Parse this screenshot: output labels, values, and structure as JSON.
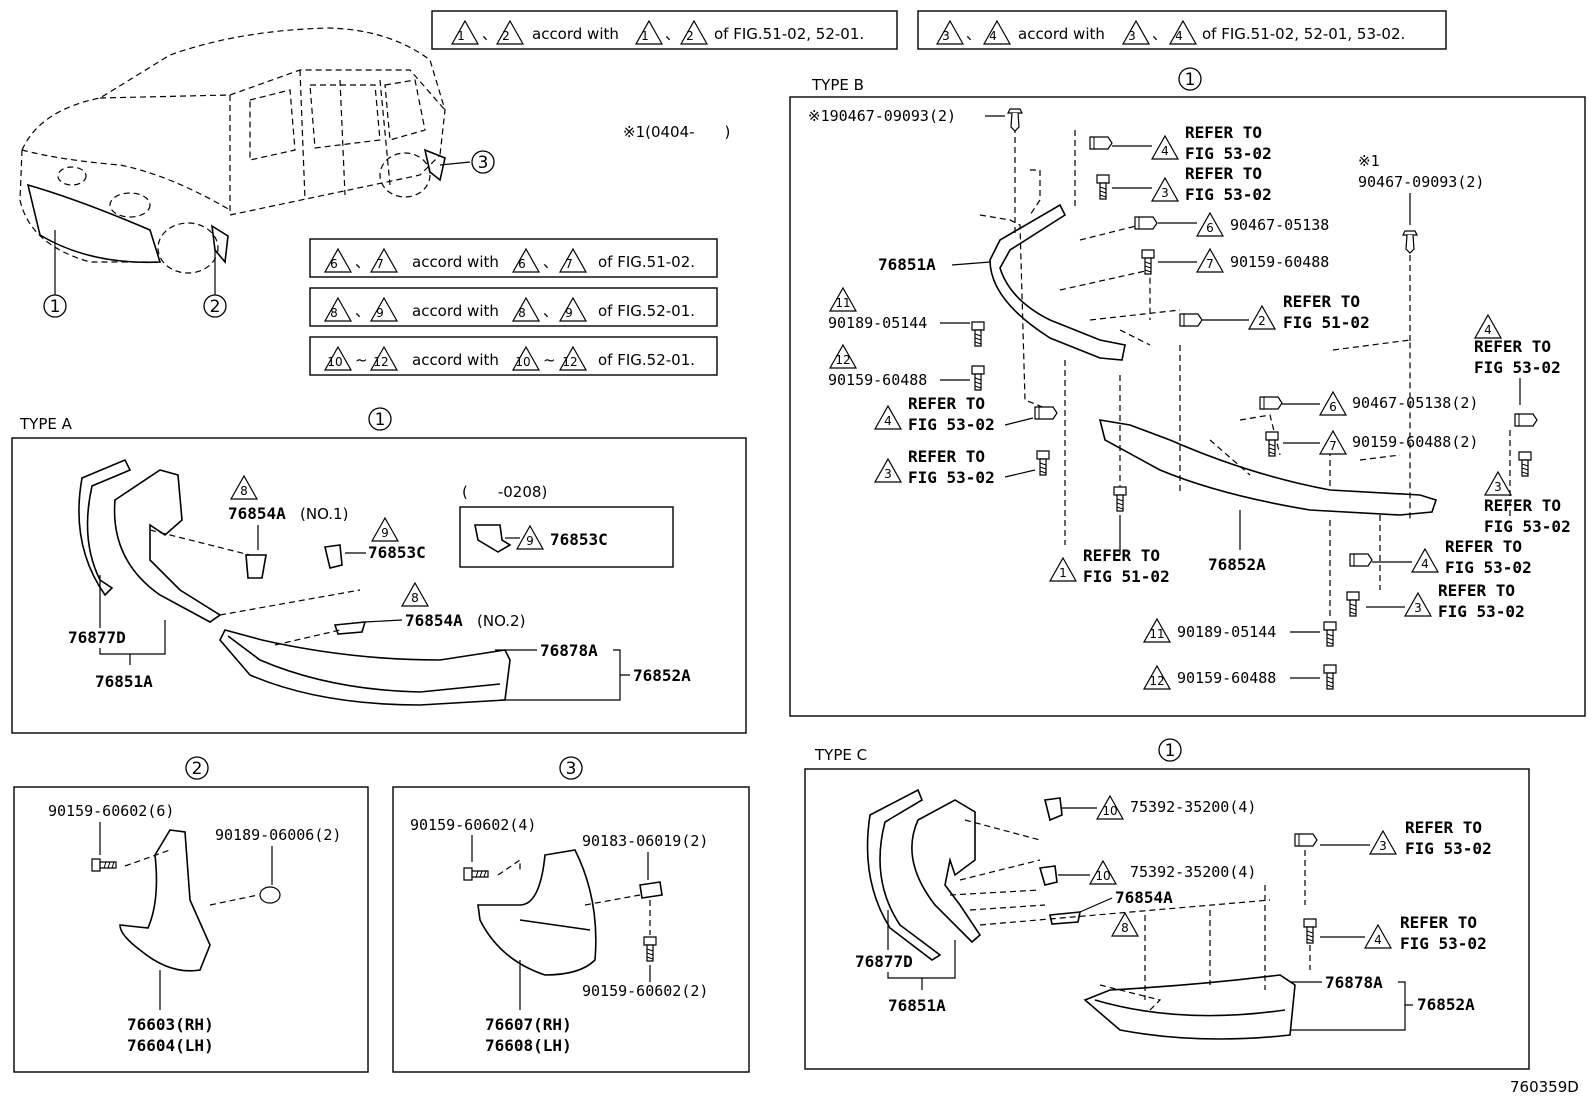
{
  "notes": {
    "n1": {
      "a": "1",
      "b": "2",
      "text": "accord with",
      "c": "1",
      "d": "2",
      "ref": "of FIG.51-02, 52-01."
    },
    "n2": {
      "a": "3",
      "b": "4",
      "text": "accord with",
      "c": "3",
      "d": "4",
      "ref": "of FIG.51-02, 52-01, 53-02."
    },
    "n3": {
      "a": "6",
      "b": "7",
      "text": "accord with",
      "c": "6",
      "d": "7",
      "ref": "of FIG.51-02."
    },
    "n4": {
      "a": "8",
      "b": "9",
      "text": "accord with",
      "c": "8",
      "d": "9",
      "ref": "of FIG.52-01."
    },
    "n5": {
      "a": "10",
      "b": "12",
      "text": "accord with",
      "c": "10",
      "d": "12",
      "ref": "of FIG.52-01."
    },
    "sep_comma": "、",
    "sep_tilde": "~"
  },
  "overview": {
    "date_note": "※1(0404-　　)",
    "callouts": [
      "1",
      "2",
      "3"
    ]
  },
  "type_a": {
    "title": "TYPE A",
    "circle": "1",
    "date_note": "(　　-0208)",
    "parts": {
      "p76854a_1": "76854A",
      "p76854a_1_suffix": "(NO.1)",
      "p76853c": "76853C",
      "p76854a_2": "76854A",
      "p76854a_2_suffix": "(NO.2)",
      "p76877d": "76877D",
      "p76851a": "76851A",
      "p76878a": "76878A",
      "p76852a": "76852A",
      "inset_76853c": "76853C"
    },
    "tri": {
      "t8a": "8",
      "t9": "9",
      "t8b": "8",
      "t9inset": "9"
    }
  },
  "type_b": {
    "title": "TYPE B",
    "circle": "1",
    "labels": {
      "l1": "※190467-09093(2)",
      "l2a": "REFER TO",
      "l2b": "FIG 53-02",
      "l3a": "REFER TO",
      "l3b": "FIG 53-02",
      "l4": "90467-05138",
      "l5": "90159-60488",
      "l6a": "REFER TO",
      "l6b": "FIG 51-02",
      "l7a": "※1",
      "l7b": "90467-09093(2)",
      "l8": "76851A",
      "l9": "90189-05144",
      "l10": "90159-60488",
      "l11a": "REFER TO",
      "l11b": "FIG 53-02",
      "l12a": "REFER TO",
      "l12b": "FIG 53-02",
      "l13a": "REFER TO",
      "l13b": "FIG 53-02",
      "l14": "90467-05138(2)",
      "l15": "90159-60488(2)",
      "l16a": "REFER TO",
      "l16b": "FIG 53-02",
      "l17a": "REFER TO",
      "l17b": "FIG 51-02",
      "l18": "76852A",
      "l19a": "REFER TO",
      "l19b": "FIG 53-02",
      "l20a": "REFER TO",
      "l20b": "FIG 53-02",
      "l21": "90189-05144",
      "l22": "90159-60488"
    },
    "tri": [
      "4",
      "3",
      "6",
      "7",
      "2",
      "4",
      "11",
      "12",
      "4",
      "3",
      "6",
      "7",
      "3",
      "1",
      "4",
      "3",
      "11",
      "12"
    ]
  },
  "type_c": {
    "title": "TYPE C",
    "circle": "1",
    "labels": {
      "l1": "75392-35200(4)",
      "l2": "75392-35200(4)",
      "l3": "76854A",
      "l4a": "REFER TO",
      "l4b": "FIG 53-02",
      "l5a": "REFER TO",
      "l5b": "FIG 53-02",
      "l6": "76877D",
      "l7": "76851A",
      "l8": "76878A",
      "l9": "76852A"
    },
    "tri": [
      "10",
      "10",
      "8",
      "3",
      "4"
    ]
  },
  "mudflap_front": {
    "circle": "2",
    "labels": {
      "bolt": "90159-60602(6)",
      "clip": "90189-06006(2)",
      "rh": "76603(RH)",
      "lh": "76604(LH)"
    }
  },
  "mudflap_rear": {
    "circle": "3",
    "labels": {
      "bolt": "90159-60602(4)",
      "clip": "90183-06019(2)",
      "screw": "90159-60602(2)",
      "rh": "76607(RH)",
      "lh": "76608(LH)"
    }
  },
  "figure_id": "760359D"
}
